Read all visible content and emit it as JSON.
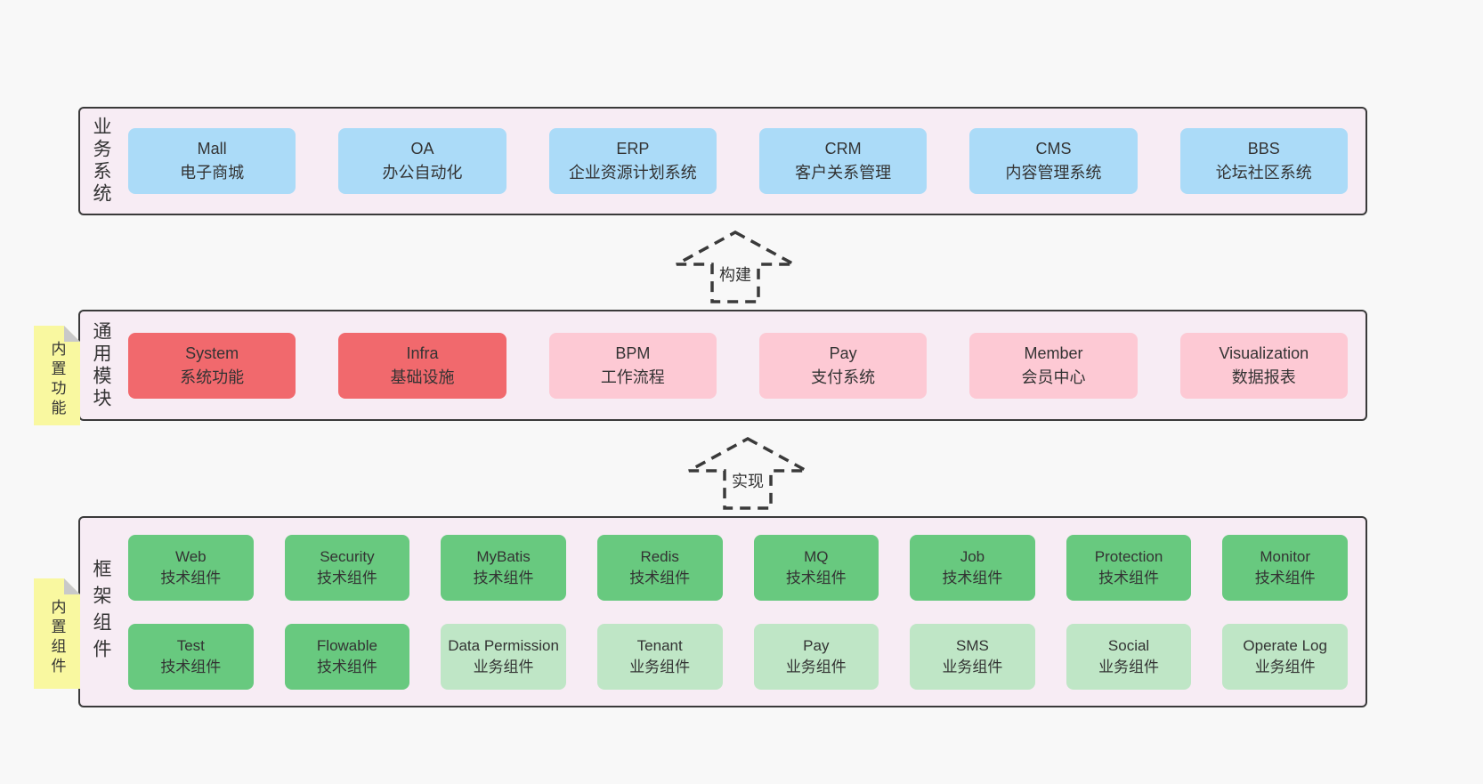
{
  "colors": {
    "page_bg": "#f8f8f8",
    "container_bg": "#f7ecf4",
    "container_border": "#3a3a3a",
    "box_blue": "#abdbf8",
    "box_red": "#f1696d",
    "box_pink": "#fdc9d4",
    "box_green": "#68c97f",
    "box_green_light": "#bfe6c6",
    "note_yellow": "#f9f8a0",
    "note_fold_gray": "#c9c9c9",
    "text": "#333333"
  },
  "layers": {
    "business": {
      "label": "业务系统",
      "boxes": [
        {
          "title": "Mall",
          "subtitle": "电子商城"
        },
        {
          "title": "OA",
          "subtitle": "办公自动化"
        },
        {
          "title": "ERP",
          "subtitle": "企业资源计划系统"
        },
        {
          "title": "CRM",
          "subtitle": "客户关系管理"
        },
        {
          "title": "CMS",
          "subtitle": "内容管理系统"
        },
        {
          "title": "BBS",
          "subtitle": "论坛社区系统"
        }
      ]
    },
    "modules": {
      "label": "通用模块",
      "note": "内置功能",
      "boxes": [
        {
          "title": "System",
          "subtitle": "系统功能"
        },
        {
          "title": "Infra",
          "subtitle": "基础设施"
        },
        {
          "title": "BPM",
          "subtitle": "工作流程"
        },
        {
          "title": "Pay",
          "subtitle": "支付系统"
        },
        {
          "title": "Member",
          "subtitle": "会员中心"
        },
        {
          "title": "Visualization",
          "subtitle": "数据报表"
        }
      ]
    },
    "components": {
      "label": "框架组件",
      "note": "内置组件",
      "row1": [
        {
          "title": "Web",
          "subtitle": "技术组件"
        },
        {
          "title": "Security",
          "subtitle": "技术组件"
        },
        {
          "title": "MyBatis",
          "subtitle": "技术组件"
        },
        {
          "title": "Redis",
          "subtitle": "技术组件"
        },
        {
          "title": "MQ",
          "subtitle": "技术组件"
        },
        {
          "title": "Job",
          "subtitle": "技术组件"
        },
        {
          "title": "Protection",
          "subtitle": "技术组件"
        },
        {
          "title": "Monitor",
          "subtitle": "技术组件"
        }
      ],
      "row2": [
        {
          "title": "Test",
          "subtitle": "技术组件"
        },
        {
          "title": "Flowable",
          "subtitle": "技术组件"
        },
        {
          "title": "Data Permission",
          "subtitle": "业务组件"
        },
        {
          "title": "Tenant",
          "subtitle": "业务组件"
        },
        {
          "title": "Pay",
          "subtitle": "业务组件"
        },
        {
          "title": "SMS",
          "subtitle": "业务组件"
        },
        {
          "title": "Social",
          "subtitle": "业务组件"
        },
        {
          "title": "Operate Log",
          "subtitle": "业务组件"
        }
      ]
    }
  },
  "arrows": [
    {
      "label": "构建"
    },
    {
      "label": "实现"
    }
  ]
}
